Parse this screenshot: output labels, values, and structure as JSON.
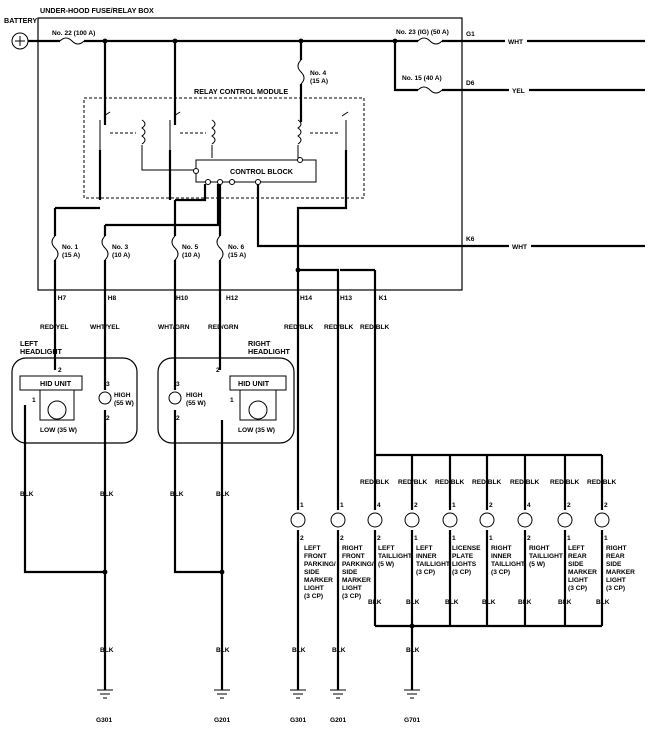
{
  "labels": {
    "battery": "BATTERY",
    "fuse_box": "UNDER-HOOD FUSE/RELAY BOX",
    "relay_module": "RELAY CONTROL MODULE",
    "control_block": "CONTROL BLOCK",
    "left_headlight": [
      "LEFT",
      "HEADLIGHT"
    ],
    "right_headlight": [
      "RIGHT",
      "HEADLIGHT"
    ],
    "hid_unit": "HID UNIT",
    "high": [
      "HIGH",
      "(55 W)"
    ],
    "low": "LOW (35 W)"
  },
  "fuses": {
    "f22": "No. 22 (100 A)",
    "f23": "No. 23 (IG) (50 A)",
    "f15": "No. 15 (40 A)",
    "f4": [
      "No. 4",
      "(15 A)"
    ],
    "f1": [
      "No. 1",
      "(15 A)"
    ],
    "f3": [
      "No. 3",
      "(10 A)"
    ],
    "f5": [
      "No. 5",
      "(10 A)"
    ],
    "f6": [
      "No. 6",
      "(15 A)"
    ]
  },
  "connectors": {
    "G1": "G1",
    "D6": "D6",
    "K6": "K6",
    "H7": "H7",
    "H8": "H8",
    "H10": "H10",
    "H12": "H12",
    "H14": "H14",
    "H13": "H13",
    "K1": "K1"
  },
  "wires": {
    "wht": "WHT",
    "yel": "YEL",
    "blk": "BLK",
    "red_yel": "RED/YEL",
    "wht_yel": "WHT/YEL",
    "wht_grn": "WHT/GRN",
    "red_grn": "RED/GRN",
    "red_blk": "RED/BLK"
  },
  "pins": {
    "p1": "1",
    "p2": "2",
    "p3": "3",
    "p4": "4"
  },
  "lights": {
    "lf_park": [
      "LEFT",
      "FRONT",
      "PARKING/",
      "SIDE",
      "MARKER",
      "LIGHT",
      "(3 CP)"
    ],
    "rf_park": [
      "RIGHT",
      "FRONT",
      "PARKING/",
      "SIDE",
      "MARKER",
      "LIGHT",
      "(3 CP)"
    ],
    "l_tail": [
      "LEFT",
      "TAILLIGHT",
      "(5 W)"
    ],
    "l_inner": [
      "LEFT",
      "INNER",
      "TAILLIGHT",
      "(3 CP)"
    ],
    "license": [
      "LICENSE",
      "PLATE",
      "LIGHTS",
      "(3 CP)"
    ],
    "r_inner": [
      "RIGHT",
      "INNER",
      "TAILLIGHT",
      "(3 CP)"
    ],
    "r_tail": [
      "RIGHT",
      "TAILLIGHT",
      "(5 W)"
    ],
    "l_rear_marker": [
      "LEFT",
      "REAR",
      "SIDE",
      "MARKER",
      "LIGHT",
      "(3 CP)"
    ],
    "r_rear_marker": [
      "RIGHT",
      "REAR",
      "SIDE",
      "MARKER",
      "LIGHT",
      "(3 CP)"
    ]
  },
  "grounds": {
    "g1": "G301",
    "g2": "G201",
    "g3": "G301",
    "g4": "G201",
    "g5": "G701"
  }
}
